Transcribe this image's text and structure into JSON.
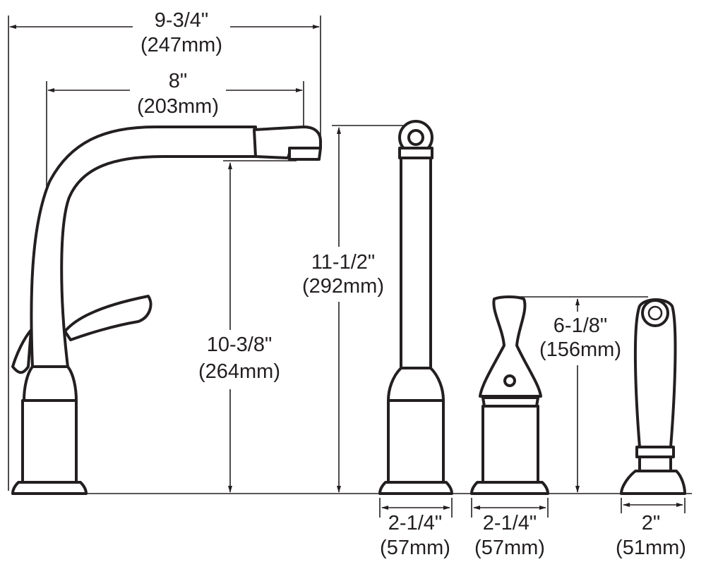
{
  "dimensions": {
    "overall_reach": {
      "imperial": "9-3/4\"",
      "metric": "(247mm)"
    },
    "spout_reach": {
      "imperial": "8\"",
      "metric": "(203mm)"
    },
    "spout_clearance": {
      "imperial": "10-3/8\"",
      "metric": "(264mm)"
    },
    "faucet_height": {
      "imperial": "11-1/2\"",
      "metric": "(292mm)"
    },
    "handle_height": {
      "imperial": "6-1/8\"",
      "metric": "(156mm)"
    },
    "column_base_width": {
      "imperial": "2-1/4\"",
      "metric": "(57mm)"
    },
    "handle_base_width": {
      "imperial": "2-1/4\"",
      "metric": "(57mm)"
    },
    "spray_base_width": {
      "imperial": "2\"",
      "metric": "(51mm)"
    }
  },
  "colors": {
    "ink": "#231f20",
    "background": "#ffffff"
  }
}
